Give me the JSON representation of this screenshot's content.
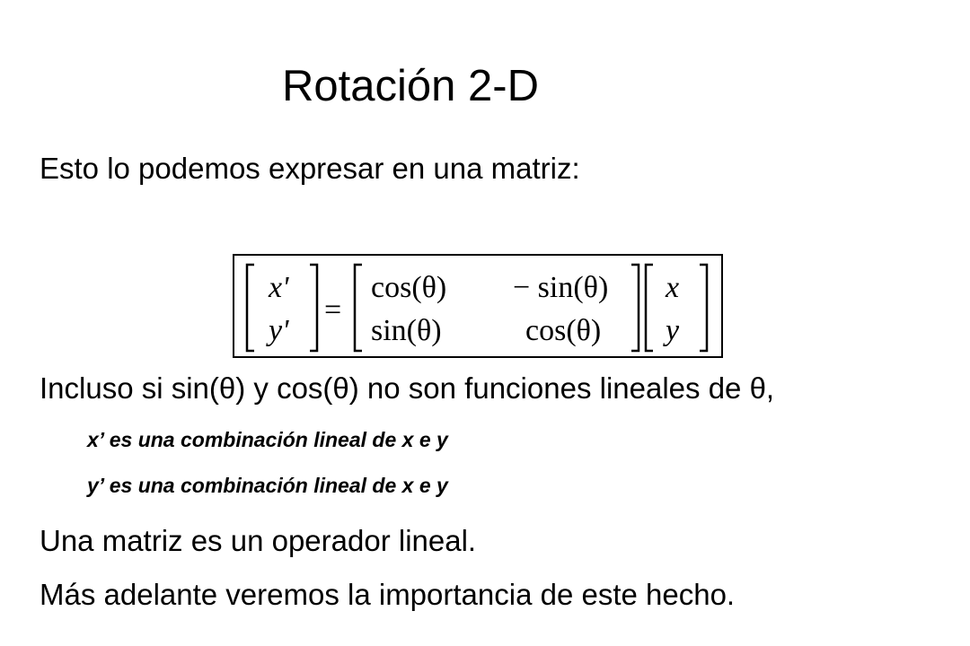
{
  "slide": {
    "title": "Rotación 2-D",
    "intro": "Esto lo podemos expresar en una matriz:",
    "equation": {
      "lhs": [
        "x'",
        "y'"
      ],
      "equals": "=",
      "matrix": [
        [
          "cos(θ)",
          "− sin(θ)"
        ],
        [
          "sin(θ)",
          "cos(θ)"
        ]
      ],
      "rhs": [
        "x",
        "y"
      ]
    },
    "line_incluso": "Incluso si sin(θ)  y cos(θ) no son funciones lineales de θ,",
    "sub1": "x’ es una combinación lineal de x e y",
    "sub2": "y’ es una combinación lineal de x e y",
    "line_operador": "Una matriz es un operador lineal.",
    "line_adelante": "Más adelante veremos la importancia de este hecho."
  }
}
